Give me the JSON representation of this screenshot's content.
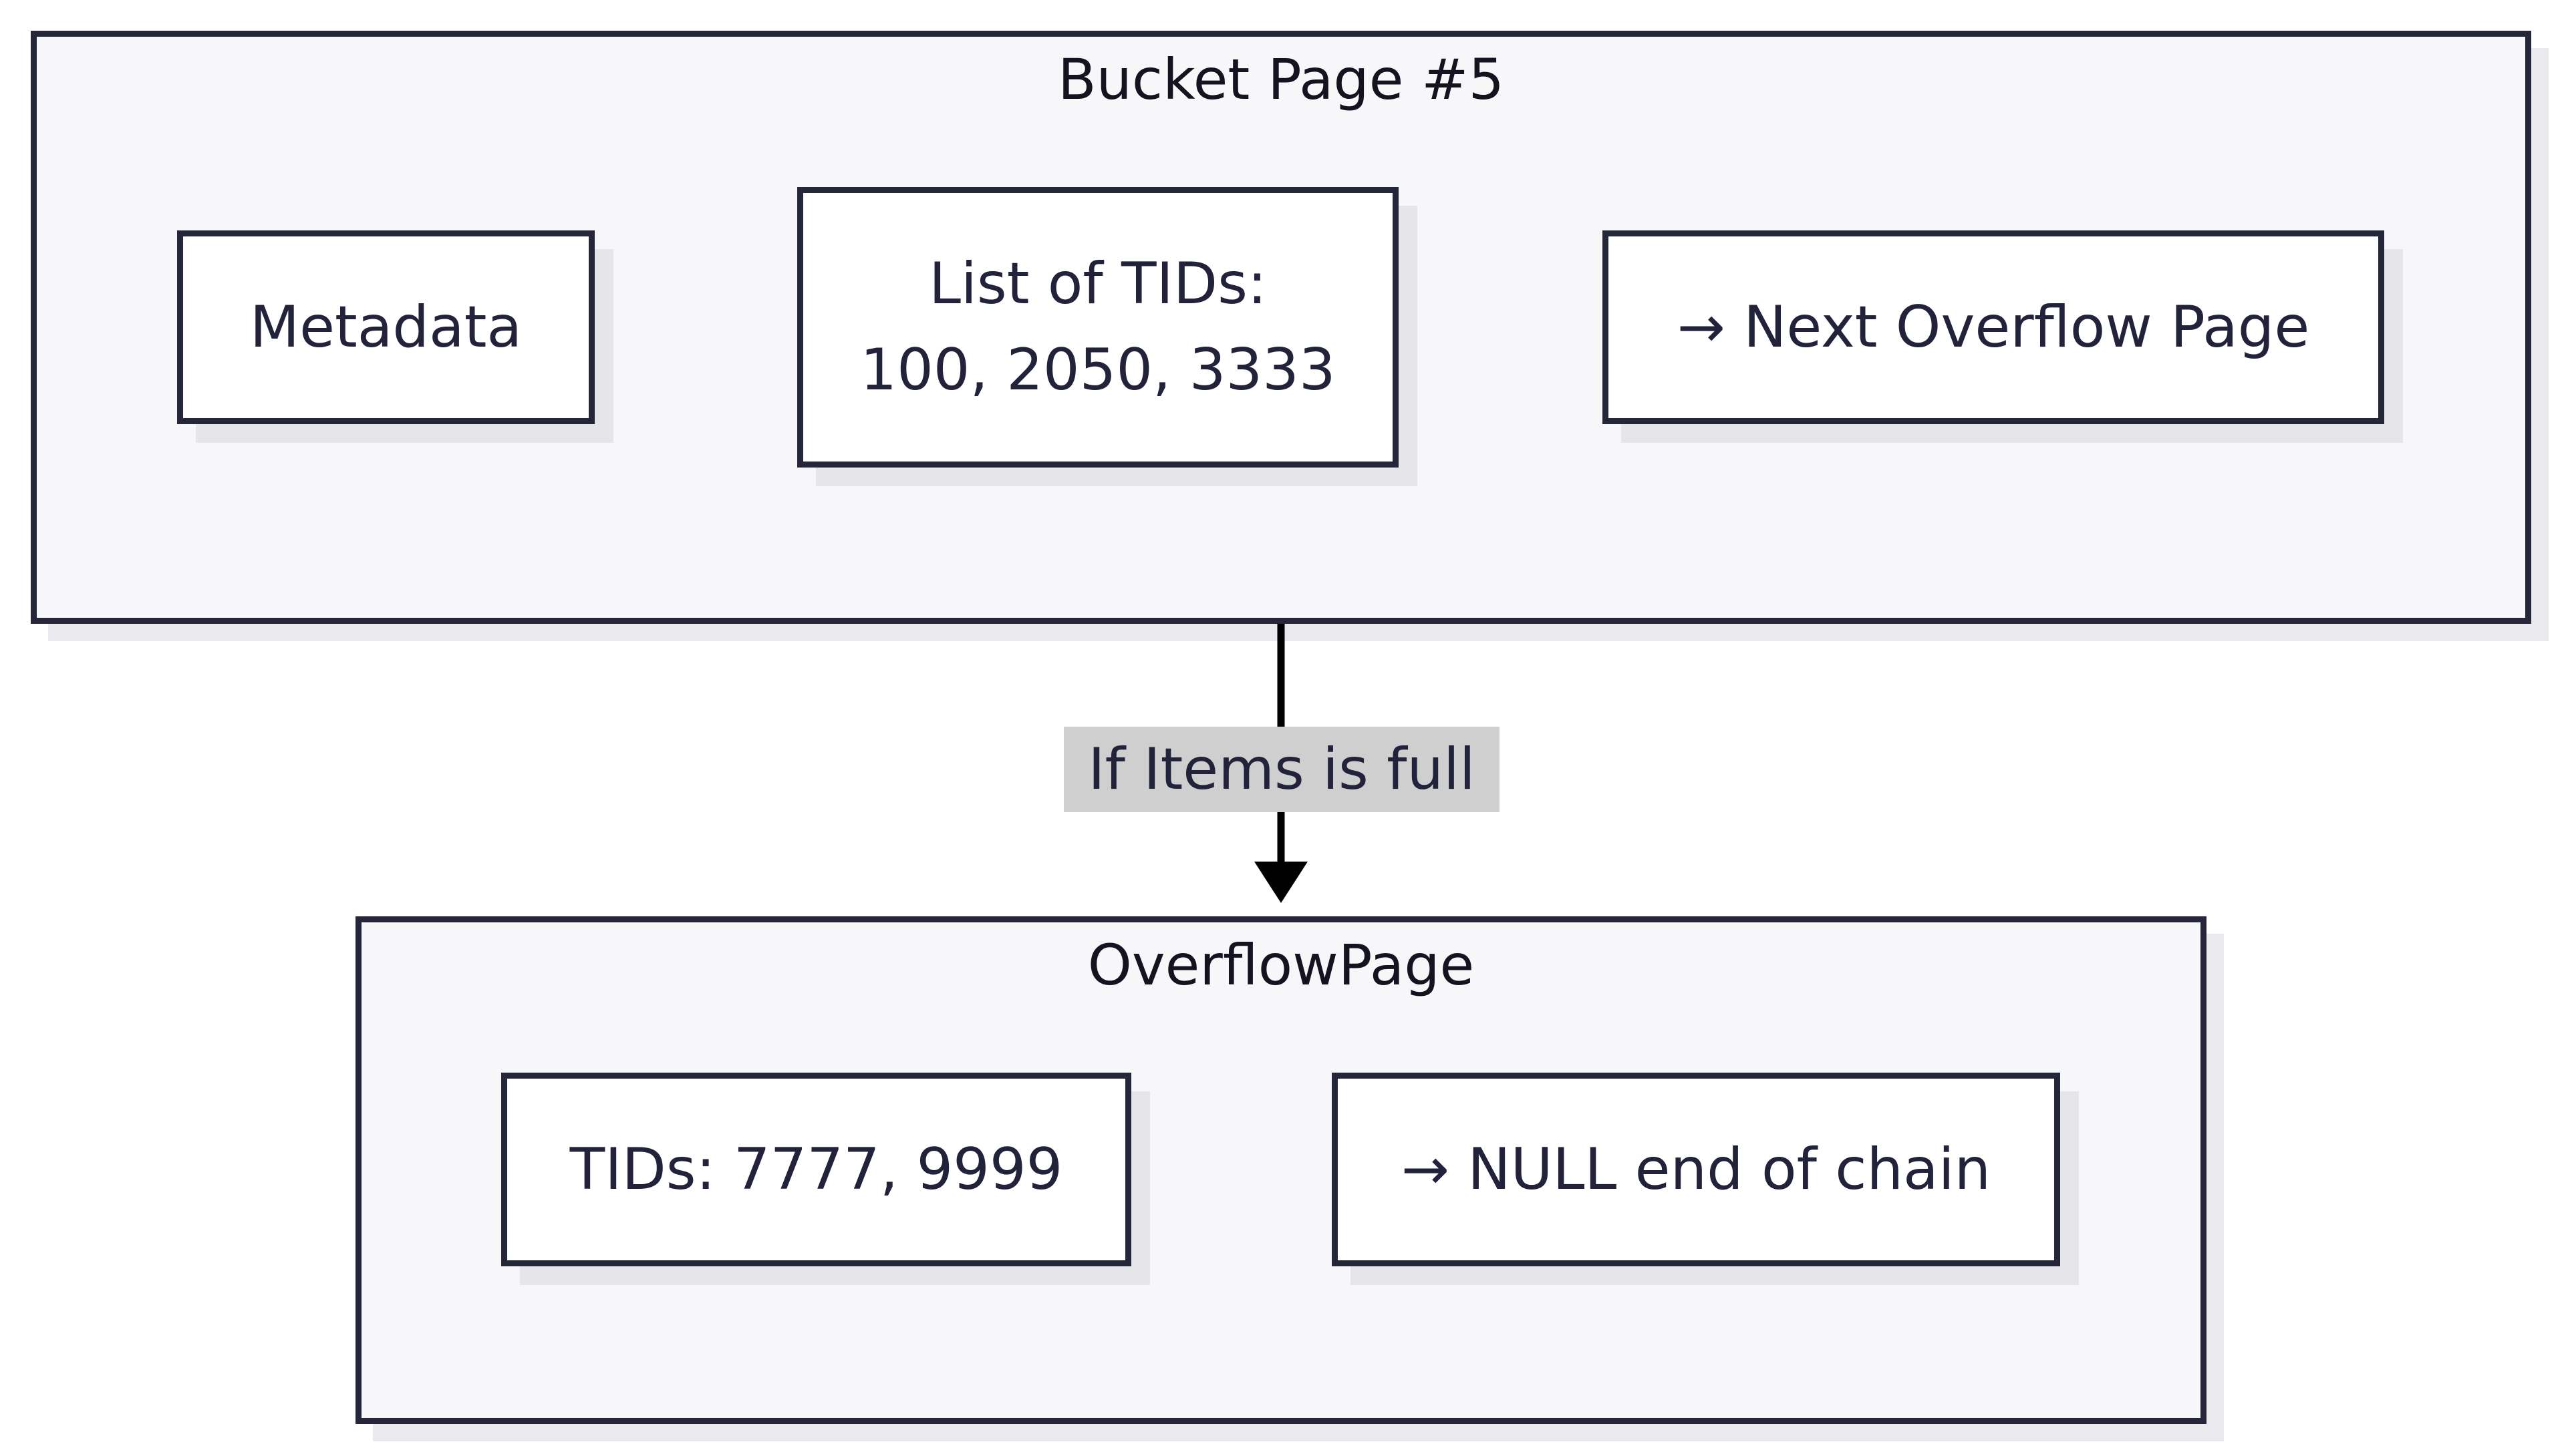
{
  "clusters": {
    "bucket": {
      "title": "Bucket Page #5",
      "nodes": {
        "metadata": "Metadata",
        "tid_list_line1": "List of TIDs:",
        "tid_list_line2": "100, 2050, 3333",
        "next_overflow": "→ Next Overflow Page"
      }
    },
    "overflow": {
      "title": "OverflowPage",
      "nodes": {
        "tids": "TIDs: 7777, 9999",
        "null_end": "→ NULL end of chain"
      }
    }
  },
  "edge": {
    "label": "If Items is full"
  }
}
